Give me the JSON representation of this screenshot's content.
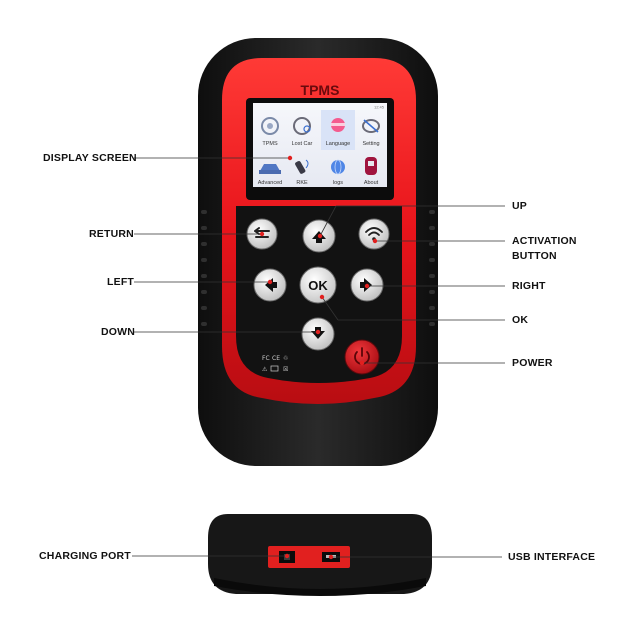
{
  "device": {
    "brand_text": "TPMS",
    "status_text": "12:45",
    "colors": {
      "body_dark": "#1a1a1a",
      "body_red": "#e8141b",
      "panel_black": "#141414",
      "button_gray": "#d8d8d8",
      "power_red": "#c0141a"
    },
    "screen_menu": [
      {
        "label": "TPMS",
        "icon": "tire-sensor-icon"
      },
      {
        "label": "Lost Car",
        "icon": "tire-magnifier-icon"
      },
      {
        "label": "Language",
        "icon": "flag-ball-icon"
      },
      {
        "label": "Setting",
        "icon": "wrench-tire-icon"
      },
      {
        "label": "Advanced",
        "icon": "car-icon"
      },
      {
        "label": "RKE",
        "icon": "key-signal-icon"
      },
      {
        "label": "logs",
        "icon": "globe-icon"
      },
      {
        "label": "About",
        "icon": "sensor-device-icon"
      }
    ],
    "buttons": {
      "ok_label": "OK"
    },
    "certifications": [
      "FC",
      "CE",
      "♲",
      "⚠",
      "☒"
    ]
  },
  "callouts": {
    "display_screen": "DISPLAY SCREEN",
    "return": "RETURN",
    "left": "LEFT",
    "down": "DOWN",
    "up": "UP",
    "activation_line1": "ACTIVATION",
    "activation_line2": "BUTTON",
    "right": "RIGHT",
    "ok": "OK",
    "power": "POWER",
    "charging_port": "CHARGING PORT",
    "usb_interface": "USB INTERFACE"
  }
}
